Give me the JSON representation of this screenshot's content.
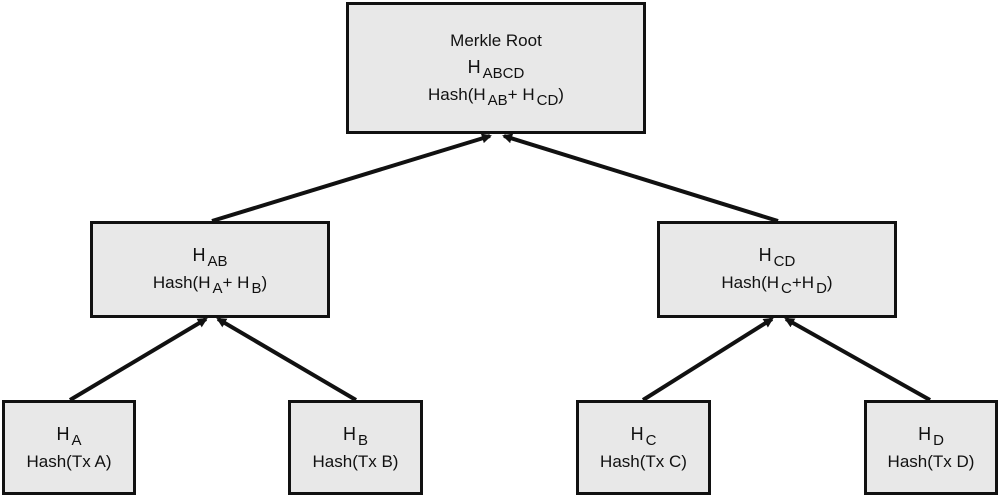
{
  "diagram": {
    "root": {
      "title": "Merkle Root",
      "hash_letter": "H",
      "hash_sub": "ABCD",
      "formula_prefix": "Hash(H",
      "formula_sub1": "AB",
      "formula_mid": "+ H",
      "formula_sub2": "CD",
      "formula_suffix": ")"
    },
    "ab": {
      "hash_letter": "H",
      "hash_sub": "AB",
      "formula_prefix": "Hash(H",
      "formula_sub1": "A",
      "formula_mid": "+ H",
      "formula_sub2": "B",
      "formula_suffix": ")"
    },
    "cd": {
      "hash_letter": "H",
      "hash_sub": "CD",
      "formula_prefix": "Hash(H",
      "formula_sub1": "C",
      "formula_mid": "+H",
      "formula_sub2": "D",
      "formula_suffix": ")"
    },
    "leaves": [
      {
        "hash_letter": "H",
        "hash_sub": "A",
        "formula": "Hash(Tx A)"
      },
      {
        "hash_letter": "H",
        "hash_sub": "B",
        "formula": "Hash(Tx B)"
      },
      {
        "hash_letter": "H",
        "hash_sub": "C",
        "formula": "Hash(Tx C)"
      },
      {
        "hash_letter": "H",
        "hash_sub": "D",
        "formula": "Hash(Tx D)"
      }
    ],
    "colors": {
      "node_fill": "#e8e8e8",
      "stroke": "#111111"
    }
  }
}
